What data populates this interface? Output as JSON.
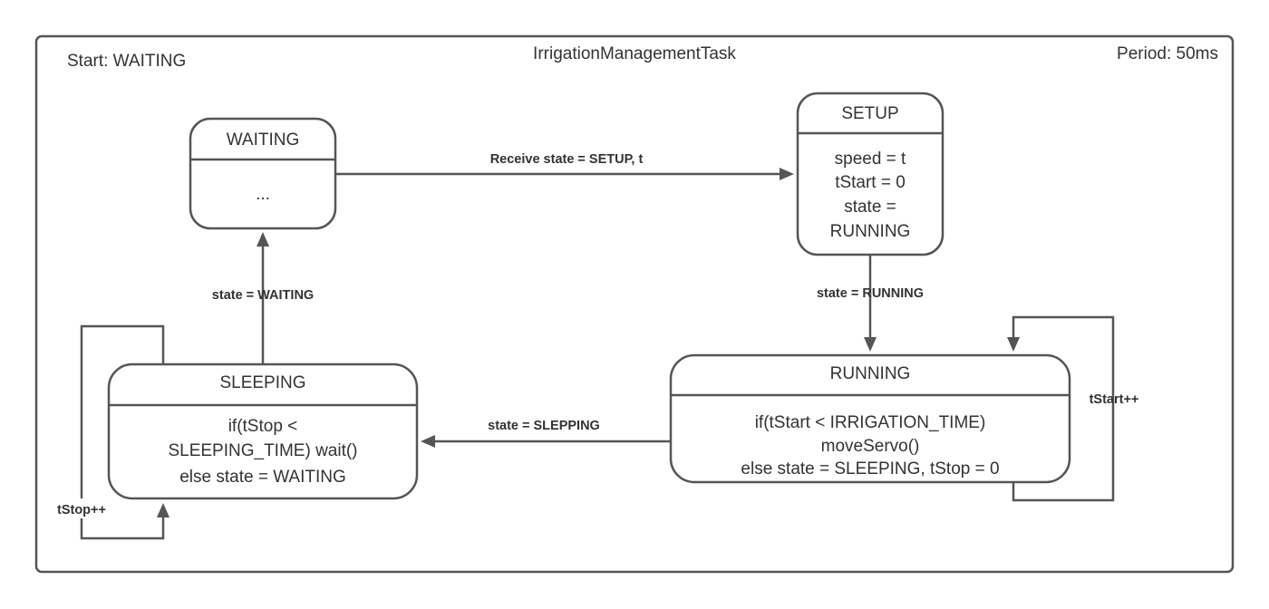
{
  "frame": {
    "task_name": "IrrigationManagementTask",
    "start_text": "Start: WAITING",
    "period_text": "Period: 50ms"
  },
  "states": {
    "waiting": {
      "title": "WAITING",
      "body": [
        "..."
      ]
    },
    "setup": {
      "title": "SETUP",
      "body": [
        "speed = t",
        "tStart = 0",
        "state =",
        "RUNNING"
      ]
    },
    "running": {
      "title": "RUNNING",
      "body": [
        "if(tStart < IRRIGATION_TIME)",
        "moveServo()",
        "else state = SLEEPING, tStop = 0"
      ]
    },
    "sleeping": {
      "title": "SLEEPING",
      "body": [
        "if(tStop <",
        "SLEEPING_TIME) wait()",
        "else state = WAITING"
      ]
    }
  },
  "transitions": {
    "waiting_to_setup": "Receive state = SETUP, t",
    "setup_to_running": "state = RUNNING",
    "running_to_sleeping": "state = SLEPPING",
    "sleeping_to_waiting": "state = WAITING",
    "running_self": "tStart++",
    "sleeping_self": "tStop++"
  },
  "colors": {
    "stroke": "#555555",
    "text": "#333333",
    "background": "#ffffff"
  }
}
